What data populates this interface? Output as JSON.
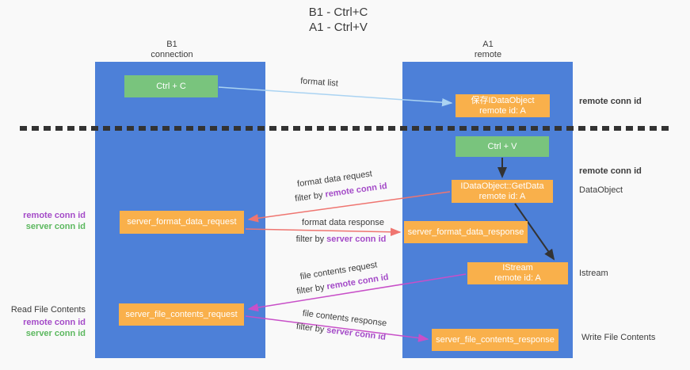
{
  "title": {
    "line1": "B1 - Ctrl+C",
    "line2": "A1 - Ctrl+V"
  },
  "lanes": {
    "b1": {
      "name": "B1",
      "subtitle": "connection"
    },
    "a1": {
      "name": "A1",
      "subtitle": "remote"
    }
  },
  "boxes": {
    "ctrl_c": "Ctrl + C",
    "ctrl_v": "Ctrl + V",
    "save_idataobject": {
      "line1": "保存IDataObject",
      "line2": "remote id: A"
    },
    "getdata": {
      "line1": "IDataObject::GetData",
      "line2": "remote id: A"
    },
    "istream": {
      "line1": "IStream",
      "line2": "remote id: A"
    },
    "server_format_data_request": "server_format_data_request",
    "server_format_data_response": "server_format_data_response",
    "server_file_contents_request": "server_file_contents_request",
    "server_file_contents_response": "server_file_contents_response"
  },
  "flow_labels": {
    "format_list": "format list",
    "format_data_request": "format data request",
    "format_data_response": "format data response",
    "file_contents_request": "file contents request",
    "file_contents_response": "file contents response",
    "filter_by": "filter by",
    "remote_conn_id": "remote conn id",
    "server_conn_id": "server conn id"
  },
  "side_labels": {
    "dataobject": "DataObject",
    "istream": "Istream",
    "read_file_contents": "Read File Contents",
    "write_file_contents": "Write File Contents"
  },
  "colors": {
    "lane_blue": "#4d80d8",
    "box_green": "#79c47d",
    "box_orange": "#f9b04b",
    "arrow_light_blue": "#aad3f2",
    "arrow_salmon": "#ef7570",
    "arrow_magenta": "#c84fc8",
    "arrow_black": "#333333",
    "conn_id_purple": "#a44bc8",
    "conn_id_green": "#5cb85f",
    "text_dark": "#3c3c3c",
    "background": "#f9f9f9"
  },
  "arrows": [
    {
      "name": "format-list",
      "from": "ctrl_c",
      "to": "save_idataobject",
      "color": "light_blue"
    },
    {
      "name": "ctrl-v-to-getdata",
      "from": "ctrl_v",
      "to": "getdata",
      "color": "black"
    },
    {
      "name": "getdata-to-istream",
      "from": "getdata",
      "to": "istream",
      "color": "black"
    },
    {
      "name": "format-data-request",
      "from": "getdata",
      "to": "server_format_data_request",
      "color": "salmon"
    },
    {
      "name": "format-data-response",
      "from": "server_format_data_request",
      "to": "server_format_data_response",
      "color": "salmon"
    },
    {
      "name": "file-contents-request",
      "from": "istream",
      "to": "server_file_contents_request",
      "color": "magenta"
    },
    {
      "name": "file-contents-response",
      "from": "server_file_contents_request",
      "to": "server_file_contents_response",
      "color": "magenta"
    }
  ]
}
